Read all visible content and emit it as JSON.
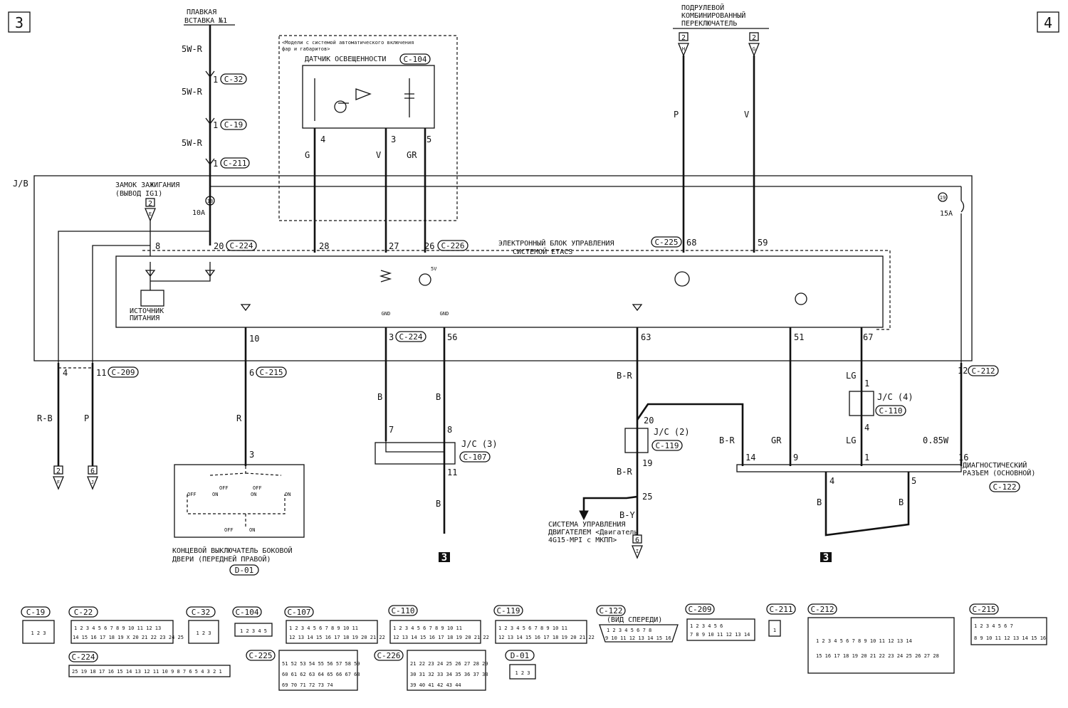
{
  "page": {
    "left_tag": "3",
    "right_tag": "4"
  },
  "labels": {
    "fuse_link": [
      "ПЛАВКАЯ",
      "ВСТАВКА №1"
    ],
    "steering_switch": [
      "ПОДРУЛЕВОЙ",
      "КОМБИНИРОВАННЫЙ",
      "ПЕРЕКЛЮЧАТЕЛЬ"
    ],
    "auto_light_note": [
      "<Модели с системой автоматического включения",
      "фар и габаритов>"
    ],
    "light_sensor": "ДАТЧИК ОСВЕЩЕННОСТИ",
    "jb": "J/B",
    "ignition": [
      "ЗАМОК ЗАЖИГАНИЯ",
      "(ВЫВОД IG1)"
    ],
    "etacs": [
      "ЭЛЕКТРОННЫЙ БЛОК УПРАВЛЕНИЯ",
      "СИСТЕМОЙ ETACS"
    ],
    "power_source": [
      "ИСТОЧНИК",
      "ПИТАНИЯ"
    ],
    "door_switch": [
      "КОНЦЕВОЙ ВЫКЛЮЧАТЕЛЬ БОКОВОЙ",
      "ДВЕРИ (ПЕРЕДНЕЙ ПРАВОЙ)"
    ],
    "engine_system": [
      "СИСТЕМА УПРАВЛЕНИЯ",
      "ДВИГАТЕЛЕМ <Двигатель",
      "4G15-MPI с МКПП>"
    ],
    "diag": [
      "ДИАГНОСТИЧЕСКИЙ",
      "РАЗЪЕМ (ОСНОВНОЙ)"
    ],
    "gnd": "GND",
    "five_v": "5V",
    "front_view": "(ВИД СПЕРЕДИ)",
    "ground": "3",
    "fuse18": "18",
    "fuse18_rating": "10A",
    "fuse19": "19",
    "fuse19_rating": "15A"
  },
  "wire_colors": {
    "fuse_feed": "5W-R",
    "sensor_4": "G",
    "sensor_3": "V",
    "sensor_5": "GR",
    "sw_p": "P",
    "sw_v": "V",
    "out_4": "R-B",
    "out_11": "P",
    "door": "R",
    "gnd_a": "B",
    "gnd_b": "B",
    "gnd_c": "B",
    "br1": "B-R",
    "br2": "B-R",
    "by": "B-Y",
    "br3": "B-R",
    "gr": "GR",
    "lg1": "LG",
    "lg2": "LG",
    "w085": "0.85W",
    "diag_b1": "B",
    "diag_b2": "B"
  },
  "connectors": {
    "c32": "C-32",
    "c19": "C-19",
    "c211": "C-211",
    "c104": "C-104",
    "c224": "C-224",
    "c226": "C-226",
    "c225": "C-225",
    "c209": "C-209",
    "c215": "C-215",
    "c107": "C-107",
    "c119": "C-119",
    "c110": "C-110",
    "c212": "C-212",
    "c122": "C-122",
    "d01": "D-01",
    "c22": "C-22",
    "jc3": "J/C (3)",
    "jc2": "J/C (2)",
    "jc4": "J/C (4)"
  },
  "pins": {
    "p1a": "1",
    "p1b": "1",
    "p1c": "1",
    "s4": "4",
    "s3": "3",
    "s5": "5",
    "p8": "8",
    "p20": "20",
    "p28": "28",
    "p27": "27",
    "p26": "26",
    "p68": "68",
    "p59": "59",
    "p10": "10",
    "p3b": "3",
    "p56": "56",
    "p63": "63",
    "p51": "51",
    "p67": "67",
    "p4": "4",
    "p11": "11",
    "p6": "6",
    "p3d": "3",
    "p7": "7",
    "p8b": "8",
    "p11b": "11",
    "p20b": "20",
    "p19": "19",
    "p25": "25",
    "p1j": "1",
    "p4j": "4",
    "p12": "12",
    "p14": "14",
    "p9": "9",
    "p1d": "1",
    "p16": "16",
    "p4d": "4",
    "p5d": "5",
    "sw2a": "2",
    "sw2b": "2",
    "ig2": "2",
    "ref_f1": "2",
    "ref_j1": "6",
    "ref_i": "6"
  },
  "ref_letters": {
    "h": "H",
    "g": "G",
    "e": "E",
    "f": "F",
    "j": "J",
    "i": "I"
  },
  "switch_states": {
    "off": "OFF",
    "on": "ON"
  },
  "pin_grids": {
    "c19": "1 2 3",
    "c22": [
      "1 2 3 4 5 6 7 8 9 10 11 12 13",
      "14 15 16 17 18 19 X 20 21 22 23 24 25"
    ],
    "c32": "1 2 3",
    "c104": "1 2 3 4 5",
    "c107": [
      "1 2 3 4 5 6 7 8 9 10 11",
      "12 13 14 15 16 17 18 19 20 21 22"
    ],
    "c110": [
      "1 2 3 4 5 6 7 8 9 10 11",
      "12 13 14 15 16 17 18 19 20 21 22"
    ],
    "c119": [
      "1 2 3 4 5 6 7 8 9 10 11",
      "12 13 14 15 16 17 18 19 20 21 22"
    ],
    "c122": [
      "1 2 3 4 5 6 7 8",
      "9 10 11 12 13 14 15 16"
    ],
    "c209": [
      "1 2 3   4 5 6",
      "7 8 9 10 11 12 13 14"
    ],
    "c211": "1",
    "c212": [
      "1 2 3 4 5 6 7 8 9 10 11 12 13 14",
      "15 16 17 18 19 20 21 22 23 24 25 26 27 28"
    ],
    "c215": [
      "1 2 3 4     5 6 7",
      "8 9 10 11 12 13 14 15 16"
    ],
    "c224": "25 19 18 17 16 15 14 13 12 11 10 9 8 7 6 5 4 3 2 1",
    "c225": [
      "51 52 53 54 55 56 57 58 59",
      "60 61 62 63 64 65 66 67 68",
      "69 70 71     72 73 74"
    ],
    "c226": [
      "21 22 23 24 25 26 27 28 29",
      "30 31 32 33 34 35 36 37 38",
      "39 40 41     42 43 44"
    ],
    "d01": "1 2 3"
  }
}
